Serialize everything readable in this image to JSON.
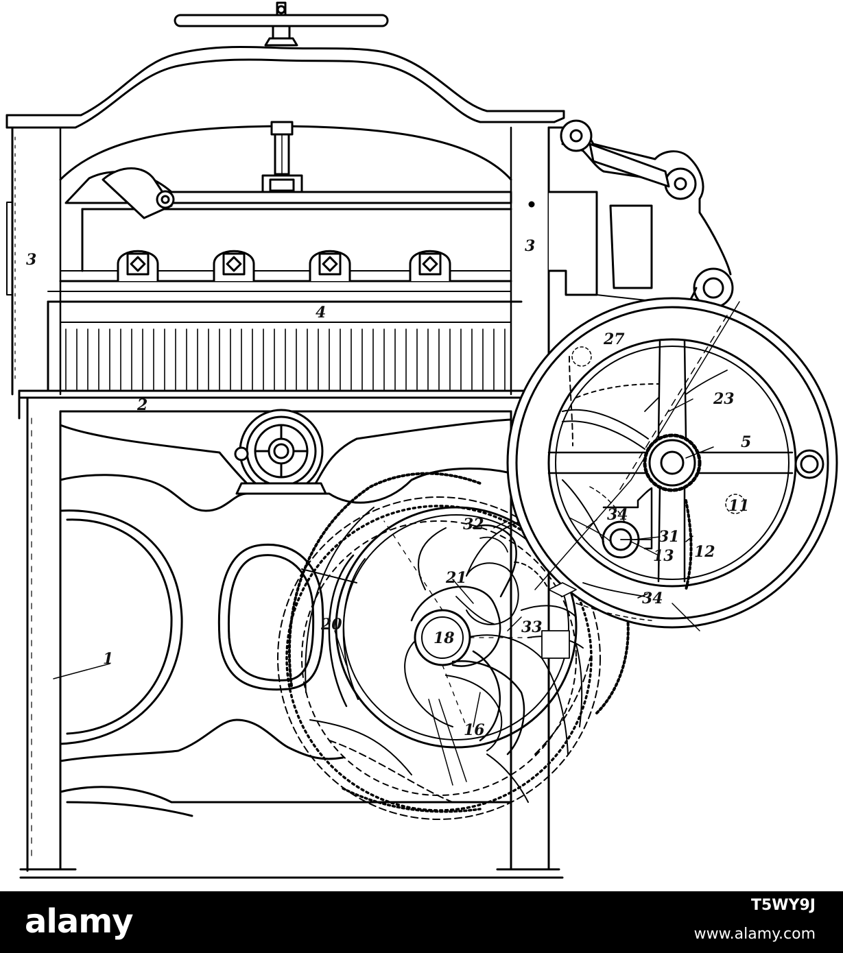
{
  "figure": {
    "labels": {
      "frame_left": "3",
      "frame_right": "3",
      "knife_bar": "4",
      "table": "2",
      "base": "1",
      "pin_27": "27",
      "arm_23": "23",
      "shaft_5": "5",
      "pin_11": "11",
      "lever_34_top": "34",
      "lever_34_bottom": "34",
      "link_31": "31",
      "shaft_13": "13",
      "gear_12": "12",
      "crank_32": "32",
      "arm_21": "21",
      "gear_20": "20",
      "hub_18": "18",
      "link_33": "33",
      "cam_16": "16"
    }
  },
  "watermark": {
    "brand": "alamy",
    "image_id": "T5WY9J",
    "site": "www.alamy.com"
  }
}
